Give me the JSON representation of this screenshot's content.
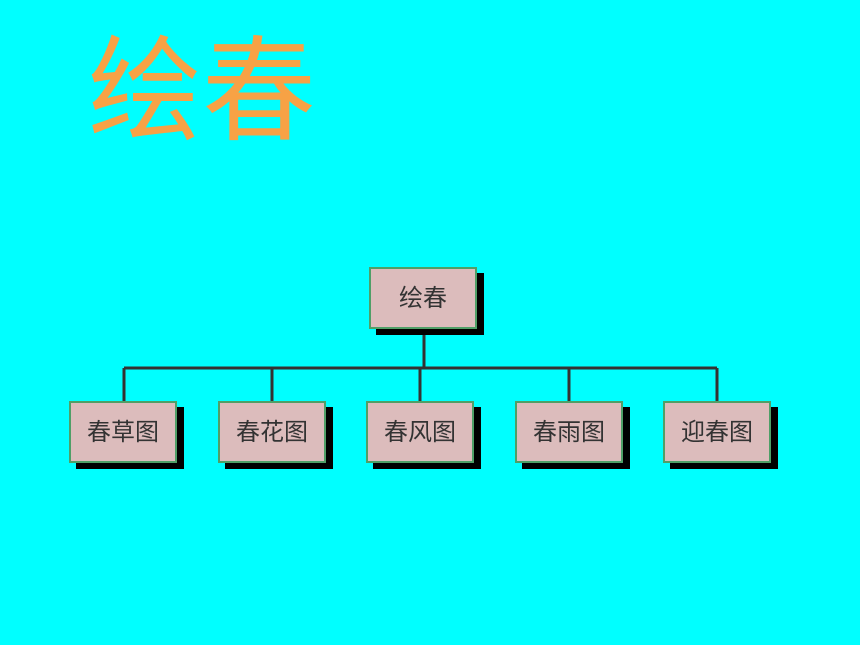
{
  "slide": {
    "title": "绘春",
    "background_color": "#00ffff",
    "title_color": "#f7a245"
  },
  "tree": {
    "root": {
      "label": "绘春"
    },
    "children": [
      {
        "label": "春草图"
      },
      {
        "label": "春花图"
      },
      {
        "label": "春风图"
      },
      {
        "label": "春雨图"
      },
      {
        "label": "迎春图"
      }
    ],
    "box_fill_color": "#dcbcbc",
    "box_border_color": "#4f9f67",
    "line_color": "#333333"
  }
}
